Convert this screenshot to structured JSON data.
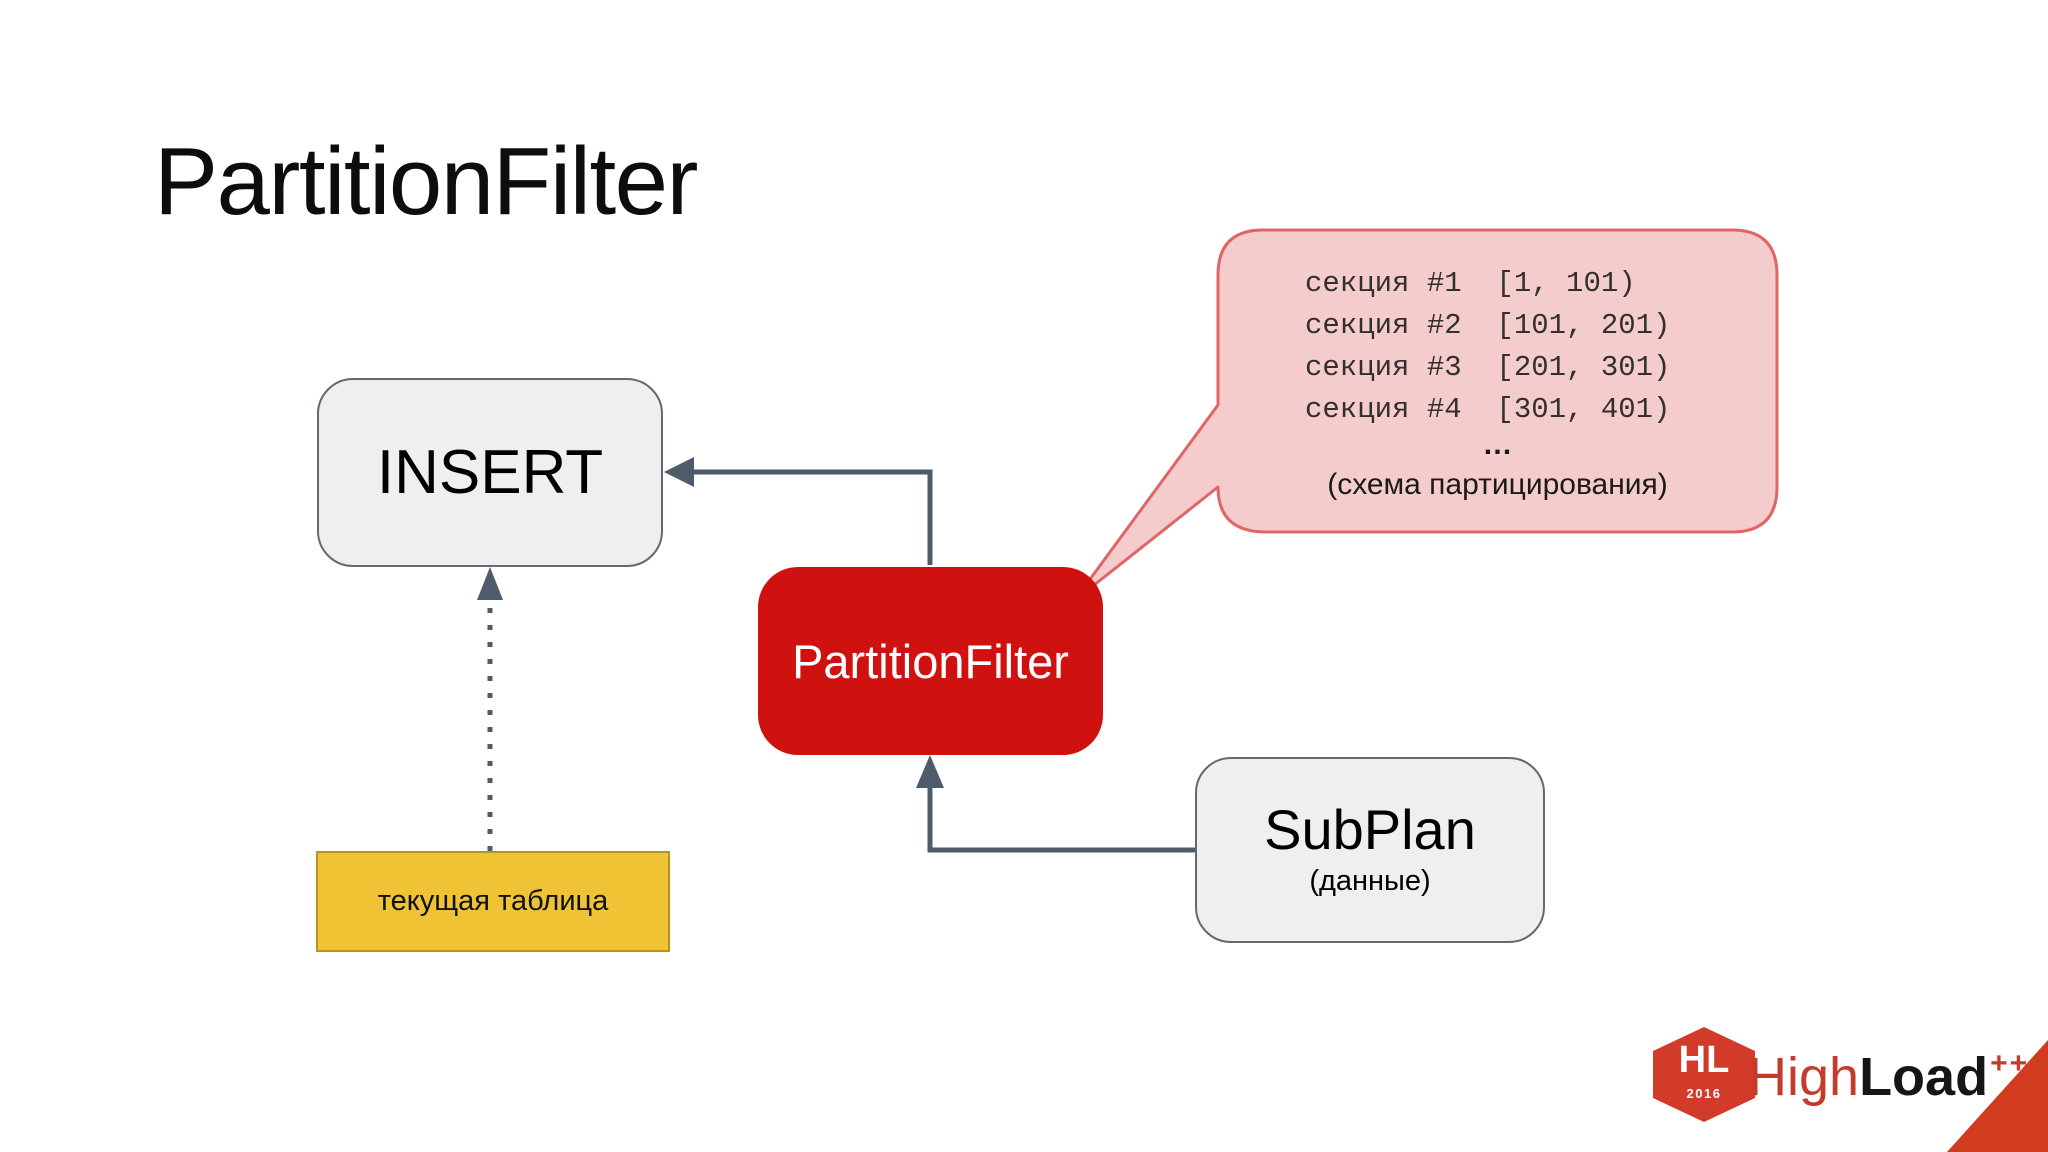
{
  "slide": {
    "title": "PartitionFilter"
  },
  "nodes": {
    "insert": {
      "label": "INSERT"
    },
    "partition_filter": {
      "label": "PartitionFilter"
    },
    "subplan": {
      "label": "SubPlan",
      "sublabel": "(данные)"
    },
    "current_table": {
      "label": "текущая таблица"
    }
  },
  "callout": {
    "lines": [
      "секция #1  [1, 101)",
      "секция #2  [101, 201)",
      "секция #3  [201, 301)",
      "секция #4  [301, 401)"
    ],
    "ellipsis": "…",
    "caption": "(схема партицирования)"
  },
  "logo": {
    "hex_label": "HL",
    "hex_year": "2016",
    "brand_high": "High",
    "brand_load": "Load",
    "brand_plus": "++"
  },
  "colors": {
    "red_node": "#cf1110",
    "gray_node_fill": "#efefef",
    "yellow_node_fill": "#efc333",
    "callout_fill": "#f4cccc",
    "callout_border": "#e06666",
    "connector": "#4d5b6b",
    "logo_red": "#d23a2a",
    "corner_red": "#d13c1f",
    "brand_red": "#c43b2c"
  }
}
